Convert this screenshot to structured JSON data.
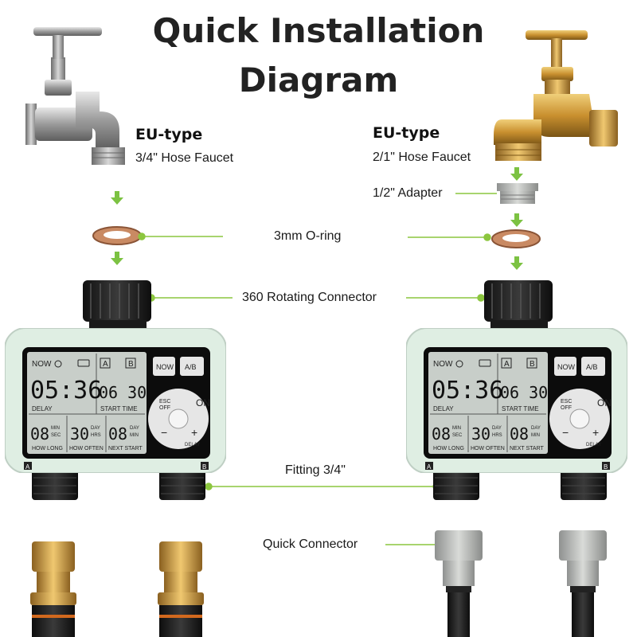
{
  "title": {
    "line1": "Quick Installation",
    "line2": "Diagram"
  },
  "left_faucet": {
    "type": "EU-type",
    "desc": "3/4\" Hose Faucet"
  },
  "right_faucet": {
    "type": "EU-type",
    "desc": "2/1\" Hose Faucet"
  },
  "labels": {
    "adapter": "1/2\" Adapter",
    "oring": "3mm O-ring",
    "connector": "360 Rotating Connector",
    "fitting": "Fitting 3/4\"",
    "quick_connector": "Quick Connector"
  },
  "timer": {
    "now": "NOW",
    "port_a": "A",
    "port_b": "B",
    "time_big": "05:36",
    "time_small": "06 30",
    "delay": "DELAY",
    "start_time": "START TIME",
    "how_long_val": "08",
    "how_long_unit1": "MIN",
    "how_long_unit2": "SEC",
    "how_long": "HOW LONG",
    "how_often_val": "30",
    "how_often_unit1": "DAY",
    "how_often_unit2": "HRS",
    "how_often": "HOW OFTEN",
    "next_start_val": "08",
    "next_start_unit1": "DAY",
    "next_start_unit2": "MIN",
    "next_start": "NEXT START",
    "btn_now": "NOW",
    "btn_ab": "A/B",
    "esc": "ESC",
    "off": "OFF",
    "delay_btn": "DELAY",
    "on": "ON",
    "plus": "+",
    "minus": "−"
  },
  "colors": {
    "timer_body": "#dfeee3",
    "lcd": "#c8cec9",
    "brass": "#c9902f",
    "leader_green": "#8cc63f",
    "arrow_green": "#7cc242",
    "oring": "#c98a63"
  }
}
